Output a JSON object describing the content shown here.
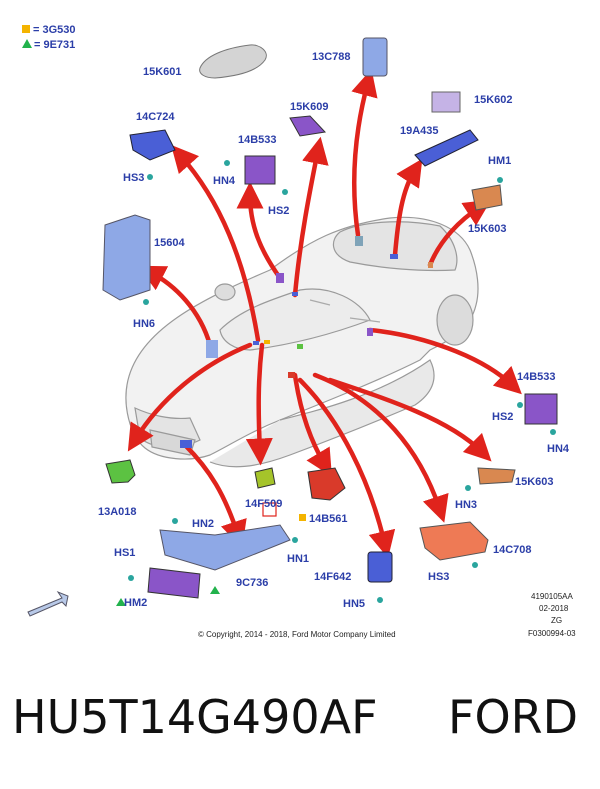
{
  "legend": [
    {
      "symbol": "square",
      "color": "#f4b400",
      "text": "= 3G530"
    },
    {
      "symbol": "triangle",
      "color": "#22b24c",
      "text": "= 9E731"
    }
  ],
  "labels": {
    "l15K601": "15K601",
    "l13C788": "13C788",
    "l15K602": "15K602",
    "l14C724": "14C724",
    "l15K609": "15K609",
    "l19A435": "19A435",
    "l14B533a": "14B533",
    "lHM1": "HM1",
    "lHS3a": "HS3",
    "lHN4a": "HN4",
    "lHS2a": "HS2",
    "l15K603a": "15K603",
    "l15604": "15604",
    "lHN6": "HN6",
    "l14B533b": "14B533",
    "lHS2b": "HS2",
    "lHN4b": "HN4",
    "l15K603b": "15K603",
    "lHN3": "HN3",
    "l13A018": "13A018",
    "l14F509": "14F509",
    "l14B561": "14B561",
    "l14C708": "14C708",
    "lHN2": "HN2",
    "lHS1": "HS1",
    "lHN1": "HN1",
    "l9C736": "9C736",
    "l14F642": "14F642",
    "lHS3b": "HS3",
    "lHM2": "HM2",
    "lHN5": "HN5"
  },
  "ref_codes": [
    "4190105AA",
    "02-2018",
    "ZG",
    "F0300994-03"
  ],
  "copyright": "© Copyright, 2014 - 2018, Ford Motor Company Limited",
  "footer": {
    "part_number": "HU5T14G490AF",
    "brand": "FORD"
  },
  "colors": {
    "arrow": "#e0231c",
    "label": "#2b3ea8",
    "blue_part": "#4a5fd6",
    "purple_part": "#8a55c8",
    "orange_part": "#d98850",
    "green_part": "#5cc242",
    "red_part": "#d93a2a",
    "light_blue_part": "#8ea8e6"
  }
}
